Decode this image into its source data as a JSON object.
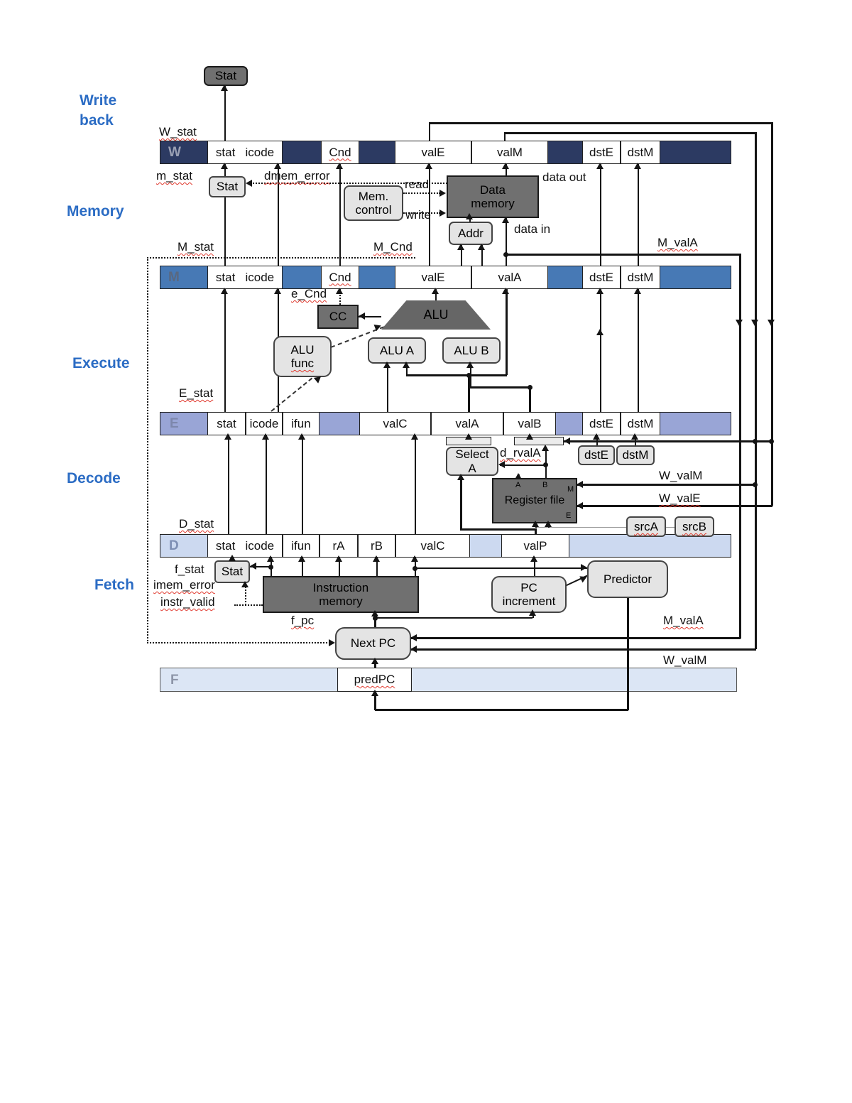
{
  "colors": {
    "navy": "#2c3a62",
    "blue": "#4779b5",
    "periwinkle": "#99a5d6",
    "pale_blue": "#ccd9f0",
    "pale_blue2": "#dce6f5",
    "dark_gray": "#707070",
    "light_gray": "#e4e4e4",
    "stage_label": "#2b6cc4"
  },
  "stages": {
    "writeback1": "Write",
    "writeback2": "back",
    "memory": "Memory",
    "execute": "Execute",
    "decode": "Decode",
    "fetch": "Fetch"
  },
  "registers": {
    "W": {
      "letter": "W",
      "f0": "stat   icode",
      "f1": "Cnd",
      "f2": "valE",
      "f3": "valM",
      "f4": "dstE",
      "f5": "dstM"
    },
    "M": {
      "letter": "M",
      "f0": "stat   icode",
      "f1": "Cnd",
      "f2": "valE",
      "f3": "valA",
      "f4": "dstE",
      "f5": "dstM"
    },
    "E": {
      "letter": "E",
      "f0": "stat",
      "f1": "icode",
      "f2": "ifun",
      "f3": "valC",
      "f4": "valA",
      "f5": "valB",
      "f6": "dstE",
      "f7": "dstM"
    },
    "D": {
      "letter": "D",
      "f0": "stat   icode",
      "f1": "ifun",
      "f2": "rA",
      "f3": "rB",
      "f4": "valC",
      "f5": "valP"
    },
    "F": {
      "letter": "F",
      "f0": "predPC"
    }
  },
  "units": {
    "stat_top": "Stat",
    "stat_mem": "Stat",
    "stat_fetch": "Stat",
    "mem_control_l1": "Mem.",
    "mem_control_l2": "control",
    "data_memory_l1": "Data",
    "data_memory_l2": "memory",
    "addr": "Addr",
    "cc": "CC",
    "alu": "ALU",
    "alu_func_l1": "ALU",
    "alu_func_l2": "func",
    "alu_a": "ALU A",
    "alu_b": "ALU B",
    "select_a_l1": "Select",
    "select_a_l2": "A",
    "register_file": "Register file",
    "rf_port_a": "A",
    "rf_port_b": "B",
    "rf_port_m": "M",
    "rf_port_e": "E",
    "dst_e": "dstE",
    "dst_m": "dstM",
    "src_a": "srcA",
    "src_b": "srcB",
    "instr_mem_l1": "Instruction",
    "instr_mem_l2": "memory",
    "pc_inc_l1": "PC",
    "pc_inc_l2": "increment",
    "predictor": "Predictor",
    "next_pc": "Next PC"
  },
  "signals": {
    "w_stat": "W_stat",
    "m_stat_lower": "m_stat",
    "dmem_error": "dmem_error",
    "read": "read",
    "write": "write",
    "data_out": "data out",
    "data_in": "data in",
    "m_stat": "M_stat",
    "m_cnd": "M_Cnd",
    "m_vala_top": "M_valA",
    "e_cnd": "e_Cnd",
    "e_stat": "E_stat",
    "d_rvala": "d_rvalA",
    "w_valm": "W_valM",
    "w_vale": "W_valE",
    "d_stat": "D_stat",
    "f_stat": "f_stat",
    "imem_error": "imem_error",
    "instr_valid": "instr_valid",
    "f_pc": "f_pc",
    "m_vala_bottom": "M_valA",
    "w_valm_bottom": "W_valM"
  }
}
